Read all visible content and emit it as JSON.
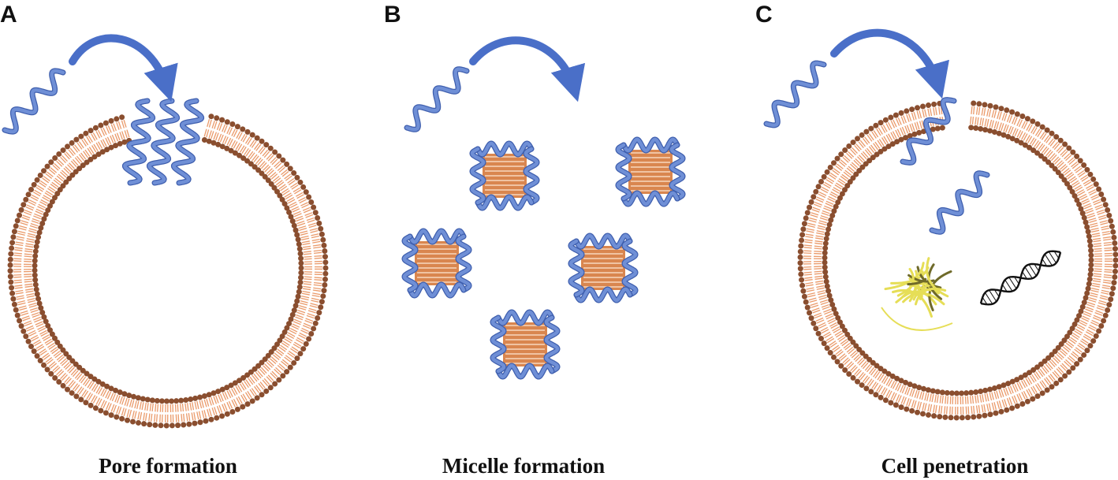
{
  "panels": [
    {
      "letter": "A",
      "caption": "Pore formation"
    },
    {
      "letter": "B",
      "caption": "Micelle formation"
    },
    {
      "letter": "C",
      "caption": "Cell penetration"
    }
  ],
  "colors": {
    "peptide": "#6f8fd6",
    "peptide_dark": "#3f5fae",
    "headgroup": "#8a4e2f",
    "lipid_tail": "#ea9a6a",
    "arrow": "#4a6fc8",
    "protein": "#e6de57",
    "dna": "#111111"
  },
  "icons": [
    "curved-arrow-icon",
    "helix-peptide-icon",
    "lipid-bilayer-icon",
    "micelle-icon",
    "protein-icon",
    "dna-icon"
  ]
}
